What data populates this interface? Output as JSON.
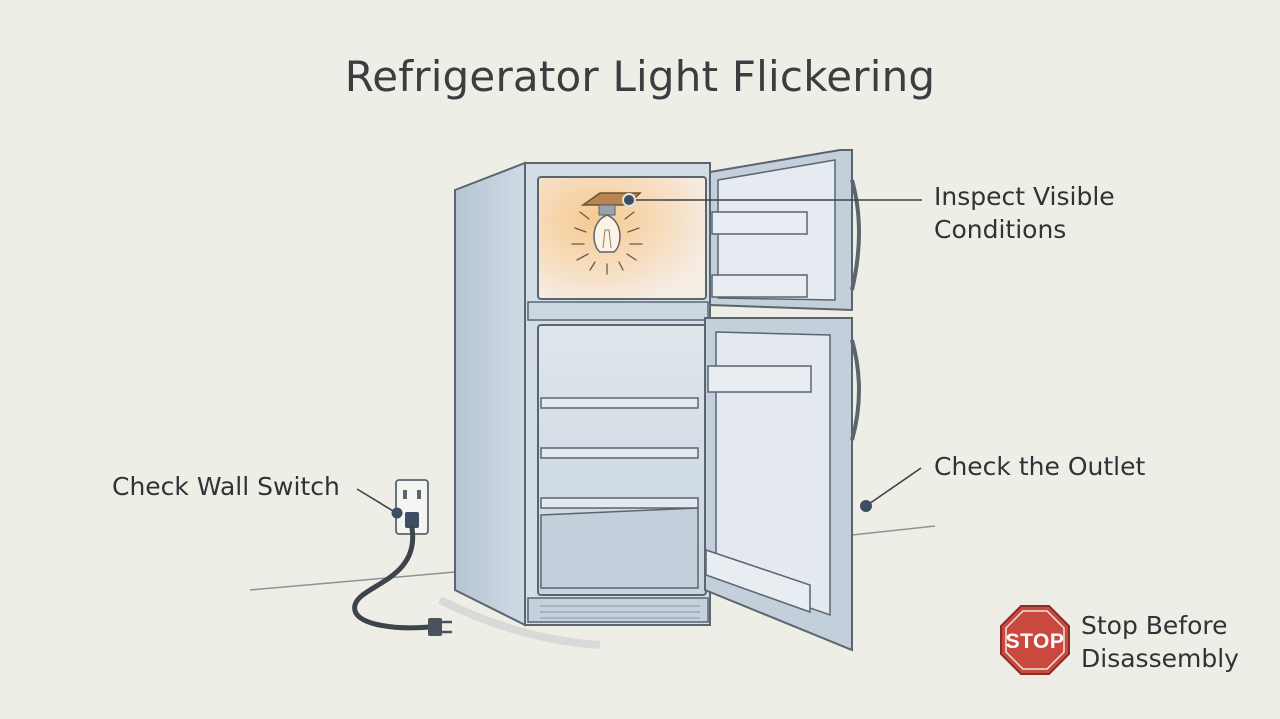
{
  "title": "Refrigerator Light Flickering",
  "callouts": {
    "inspect": {
      "line1": "Inspect Visible",
      "line2": "Conditions"
    },
    "wall_switch": {
      "label": "Check Wall Switch"
    },
    "outlet": {
      "label": "Check the Outlet"
    },
    "stop": {
      "line1": "Stop Before",
      "line2": "Disassembly",
      "sign_text": "STOP"
    }
  },
  "colors": {
    "background": "#efeee6",
    "fridge_body": "#c9d5e0",
    "fridge_outline": "#5b6570",
    "bulb_glow": "#f3c38a",
    "callout_dot": "#3c4e66",
    "stop_sign": "#c9493f"
  }
}
